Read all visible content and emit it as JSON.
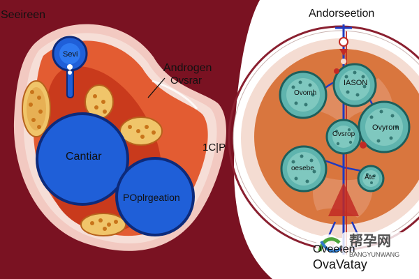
{
  "labels": {
    "top_left": "Seeireen",
    "androgen": "Androgen",
    "ovsrar": "Ovsrar",
    "center_mark": "1C|P",
    "cantiar": "Cantiar",
    "poplr": "POplrgeation",
    "sevi": "Sevi",
    "andorseetion": "Andorseetion",
    "ovomh": "Ovomh",
    "iason": "IASON",
    "ovsrop": "Ovsrop",
    "ovyrom": "Ovyrom",
    "qesebe": "oesebe",
    "ate": "Ate",
    "oveeten": "Oveeten",
    "ovavatay": "OvaVatay"
  },
  "watermark": {
    "cn": "帮孕网",
    "en": "BANGYUNWANG"
  },
  "colors": {
    "background": "#7a1222",
    "blue": "#1f5fd8",
    "teal": "#1f8a88",
    "orange": "#d9763e",
    "pale": "#f3d7c7"
  }
}
